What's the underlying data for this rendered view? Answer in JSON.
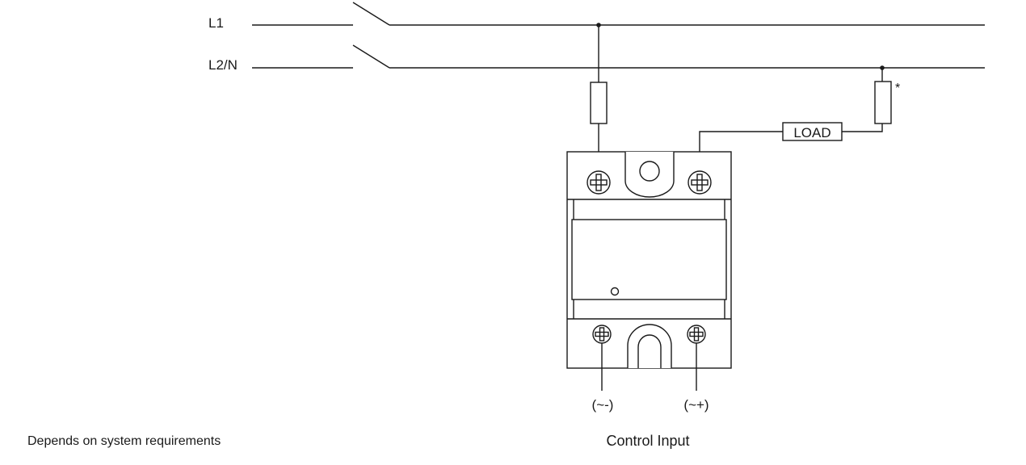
{
  "lines": {
    "l1_label": "L1",
    "l2n_label": "L2/N"
  },
  "load_label": "LOAD",
  "fuse_note_marker": "*",
  "control_terminals": {
    "negative": "(~-)",
    "positive": "(~+)"
  },
  "control_input_label": "Control Input",
  "footnote_text": "Depends on system requirements"
}
